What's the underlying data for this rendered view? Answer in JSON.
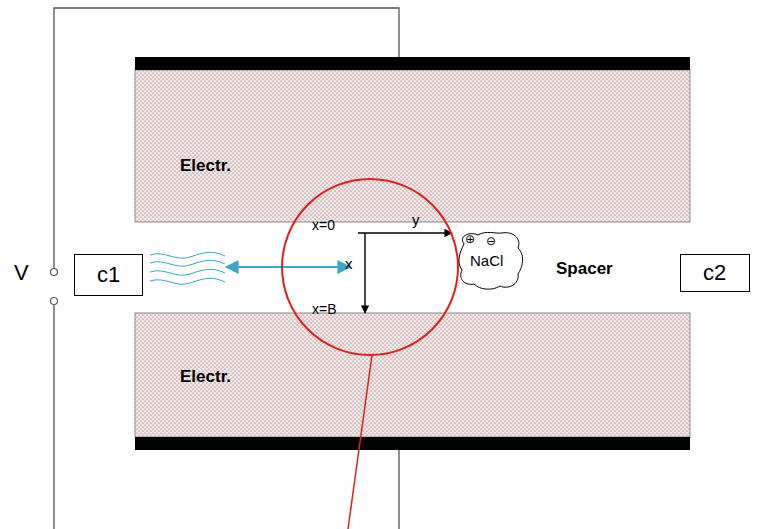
{
  "diagram": {
    "nodes": [
      {
        "text": [
          "Electr."
        ]
      },
      {
        "text": [
          "c1"
        ]
      },
      {
        "text": [
          "⊕",
          "⊖",
          "NaCl"
        ]
      },
      {
        "text": [
          "c2"
        ]
      },
      {
        "text": [
          "Electr."
        ]
      }
    ],
    "labels": [
      "V",
      "x=0",
      "y",
      "x",
      "x=B",
      "Spacer"
    ]
  }
}
